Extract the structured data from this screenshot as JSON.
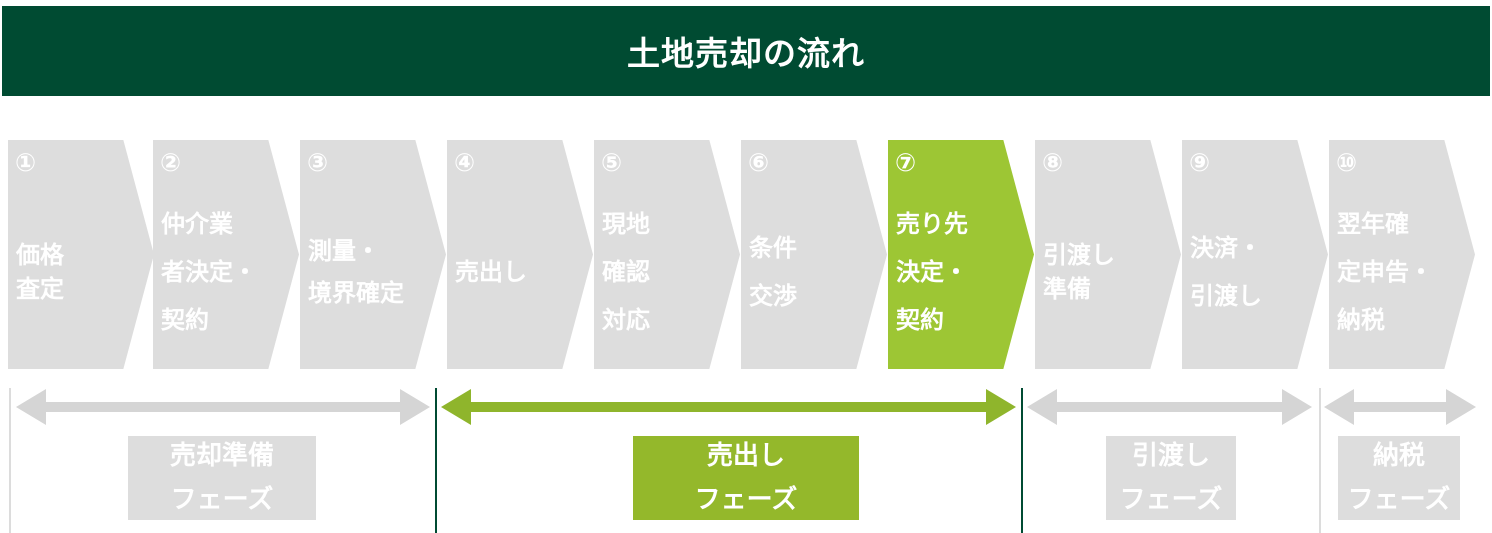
{
  "title": "土地売却の流れ",
  "colors": {
    "header_bg": "#004b32",
    "inactive": "#dddddd",
    "active": "#9dc634",
    "active_phase": "#94b82b",
    "arrow_inactive": "#d5d5d5",
    "arrow_active": "#8fb52c",
    "divider_inactive": "#dcdcdc",
    "divider_active": "#004b32"
  },
  "steps": [
    {
      "number": "①",
      "lines": [
        "価格",
        "査定"
      ],
      "active": false
    },
    {
      "number": "②",
      "lines": [
        "仲介業",
        "者決定・",
        "契約"
      ],
      "active": false
    },
    {
      "number": "③",
      "lines": [
        "測量・",
        "境界確定"
      ],
      "active": false
    },
    {
      "number": "④",
      "lines": [
        "売出し"
      ],
      "active": false
    },
    {
      "number": "⑤",
      "lines": [
        "現地",
        "確認",
        "対応"
      ],
      "active": false
    },
    {
      "number": "⑥",
      "lines": [
        "条件",
        "交渉"
      ],
      "active": false
    },
    {
      "number": "⑦",
      "lines": [
        "売り先",
        "決定・",
        "契約"
      ],
      "active": true
    },
    {
      "number": "⑧",
      "lines": [
        "引渡し",
        "準備"
      ],
      "active": false
    },
    {
      "number": "⑨",
      "lines": [
        "決済・",
        "引渡し"
      ],
      "active": false
    },
    {
      "number": "⑩",
      "lines": [
        "翌年確",
        "定申告・",
        "納税"
      ],
      "active": false
    }
  ],
  "phases": [
    {
      "lines": [
        "売却準備",
        "フェーズ"
      ],
      "active": false
    },
    {
      "lines": [
        "売出し",
        "フェーズ"
      ],
      "active": true
    },
    {
      "lines": [
        "引渡し",
        "フェーズ"
      ],
      "active": false
    },
    {
      "lines": [
        "納税",
        "フェーズ"
      ],
      "active": false
    }
  ]
}
